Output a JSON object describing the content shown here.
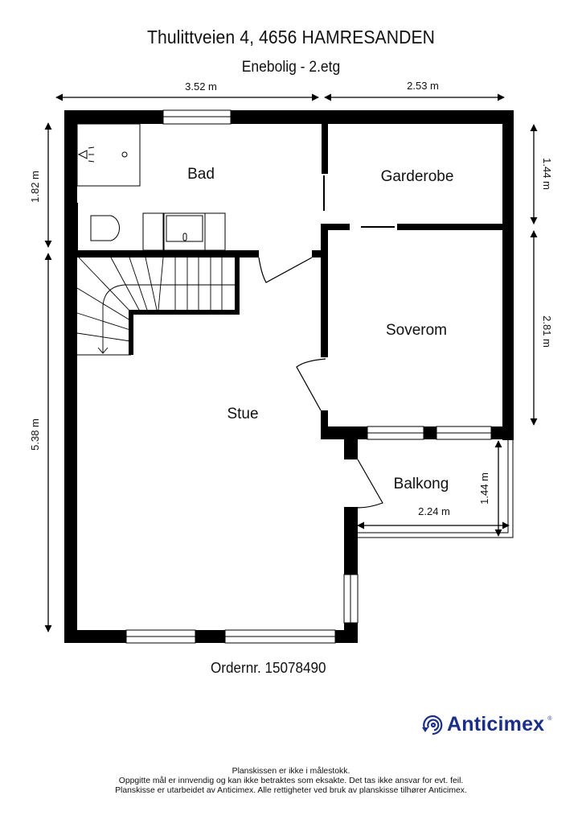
{
  "header": {
    "title": "Thulittveien 4, 4656 HAMRESANDEN",
    "subtitle": "Enebolig  - 2.etg"
  },
  "dimensions": {
    "top_left": "3.52 m",
    "top_right": "2.53 m",
    "left_upper": "1.82 m",
    "left_lower": "5.38 m",
    "right_upper": "1.44 m",
    "right_lower": "2.81 m",
    "balcony_width": "2.24 m",
    "balcony_depth": "1.44 m"
  },
  "rooms": [
    {
      "name": "Bad"
    },
    {
      "name": "Garderobe"
    },
    {
      "name": "Soverom"
    },
    {
      "name": "Stue"
    },
    {
      "name": "Balkong"
    }
  ],
  "footer": {
    "order_number": "Ordernr. 15078490",
    "logo_text": "Anticimex",
    "logo_registered": "®",
    "logo_icon": "anticimex-spiral-icon",
    "disclaimer": [
      "Planskissen er ikke i målestokk.",
      "Oppgitte mål er innvendig og kan ikke betraktes som eksakte. Det tas ikke ansvar for evt. feil.",
      "Planskisse er utarbeidet av Anticimex. Alle rettigheter ved bruk av planskisse tilhører Anticimex."
    ]
  },
  "colors": {
    "wall": "#000000",
    "brand": "#1c2f86",
    "background": "#ffffff"
  }
}
